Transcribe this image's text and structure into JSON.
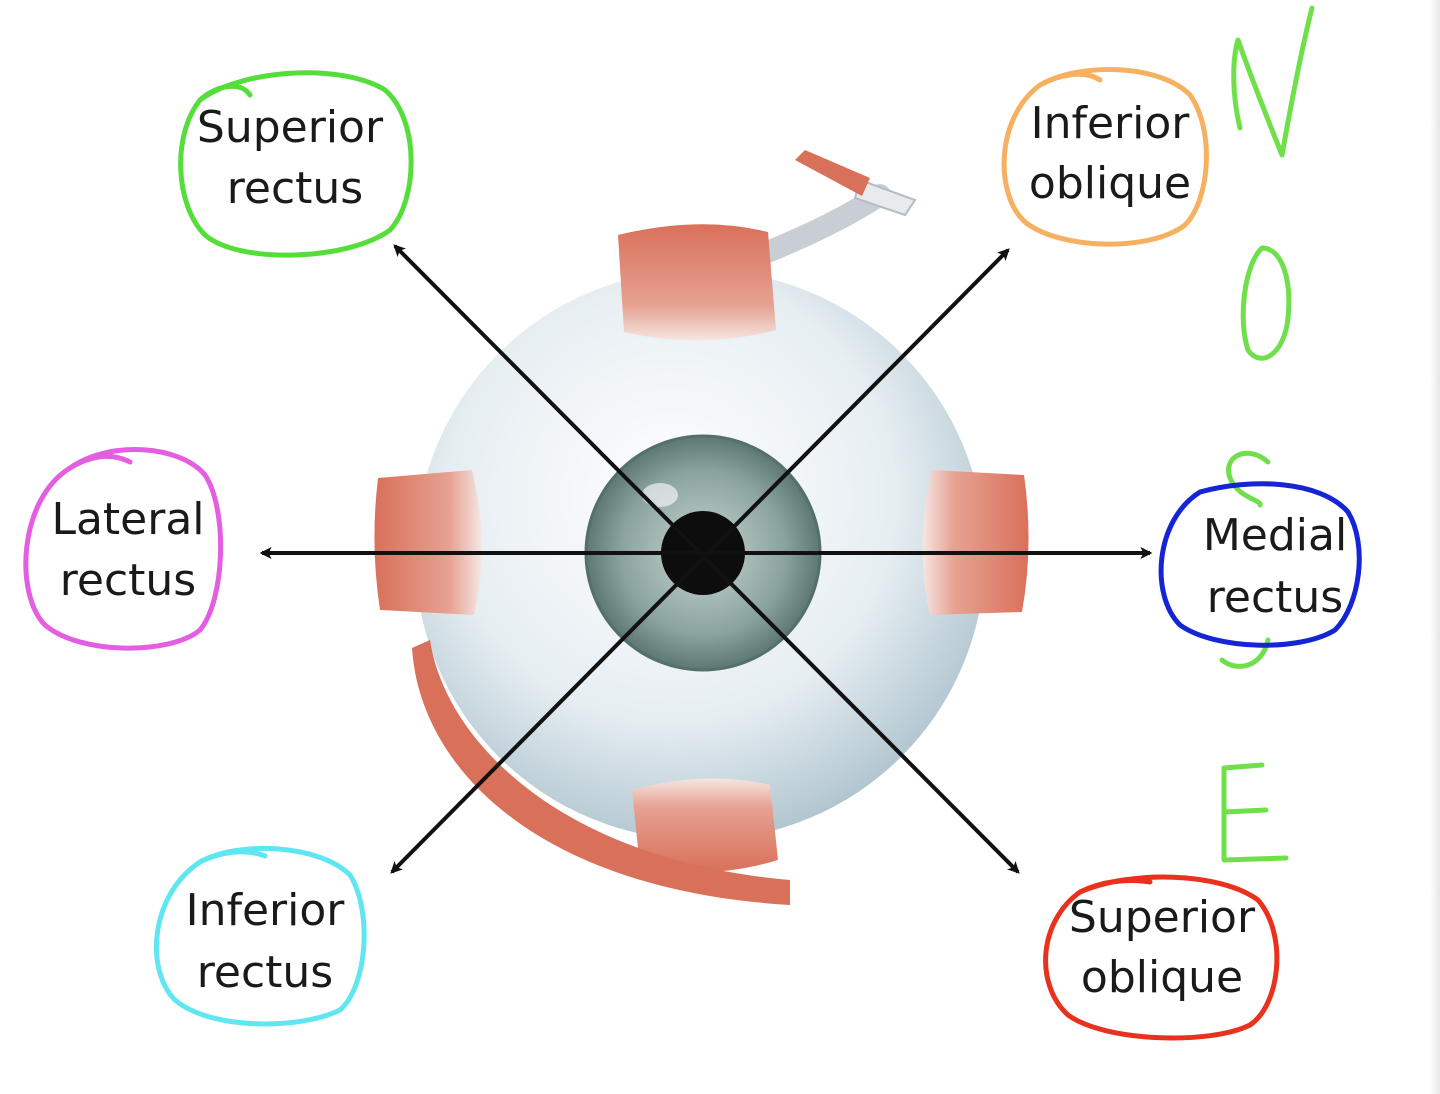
{
  "labels": {
    "superior_rectus": {
      "line1": "Superior",
      "line2": "rectus"
    },
    "inferior_oblique": {
      "line1": "Inferior",
      "line2": "oblique"
    },
    "lateral_rectus": {
      "line1": "Lateral",
      "line2": "rectus"
    },
    "medial_rectus": {
      "line1": "Medial",
      "line2": "rectus"
    },
    "inferior_rectus": {
      "line1": "Inferior",
      "line2": "rectus"
    },
    "superior_oblique": {
      "line1": "Superior",
      "line2": "oblique"
    }
  },
  "mnemonic": {
    "letters": [
      "N",
      "O",
      "S",
      "E"
    ]
  },
  "colors": {
    "superior_rectus_circle": "#55dd3a",
    "inferior_oblique_circle": "#f5b060",
    "lateral_rectus_circle": "#e35ee0",
    "medial_rectus_circle": "#1525d6",
    "inferior_rectus_circle": "#5fe6f0",
    "superior_oblique_circle": "#e8321e",
    "mnemonic_ink": "#6fe04a",
    "arrow": "#111111",
    "muscle": "#d9705a",
    "sclera": "#c6d6de",
    "iris": "#7f9a94",
    "pupil": "#0d0d0d"
  }
}
